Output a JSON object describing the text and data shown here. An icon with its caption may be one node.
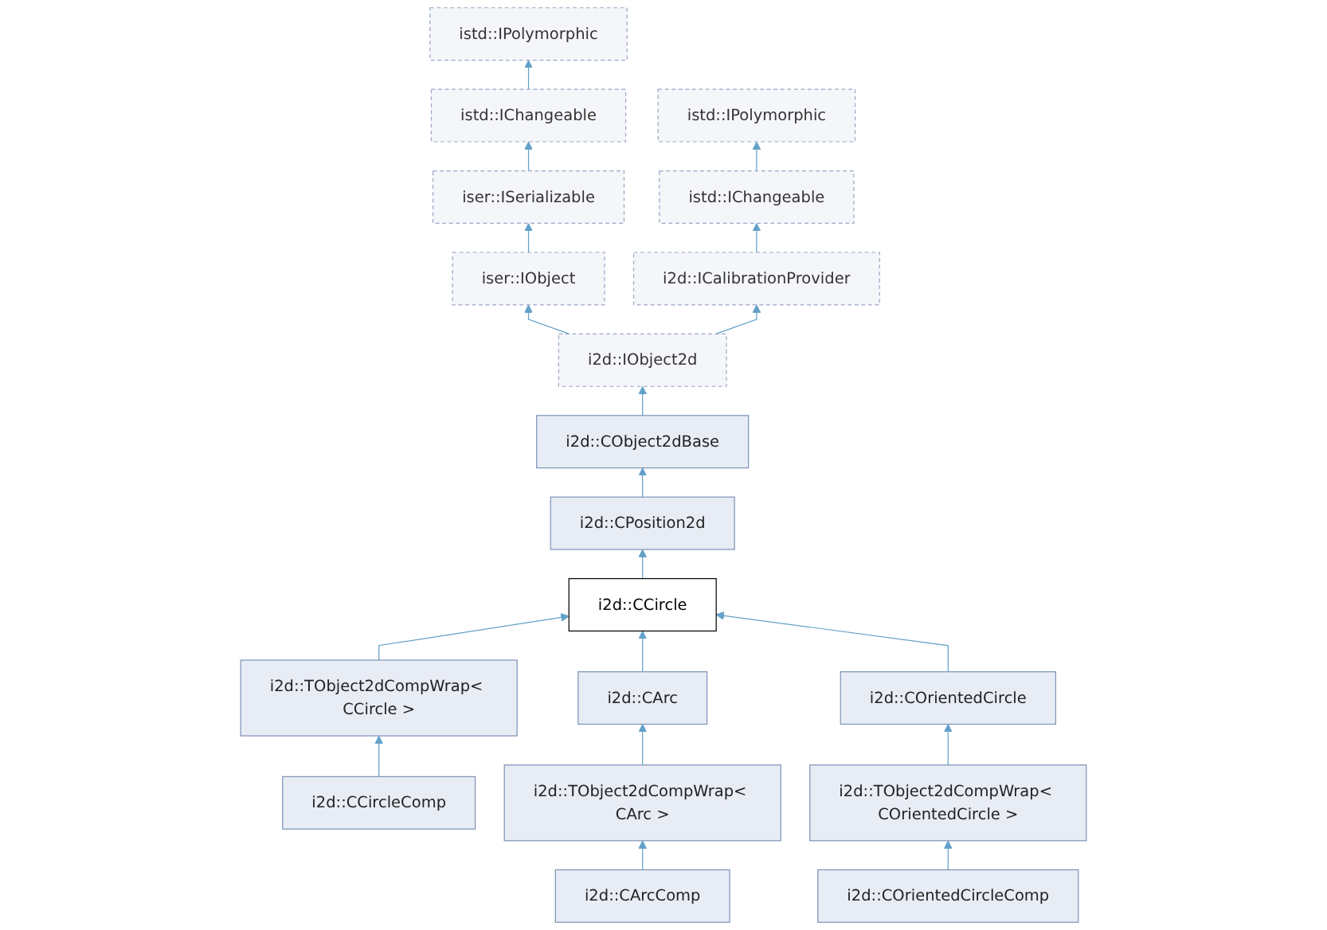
{
  "diagram": {
    "nodes": [
      {
        "text": [
          "istd::IPolymorphic"
        ]
      },
      {
        "text": [
          "istd::IChangeable"
        ]
      },
      {
        "text": [
          "istd::IPolymorphic"
        ]
      },
      {
        "text": [
          "iser::ISerializable"
        ]
      },
      {
        "text": [
          "istd::IChangeable"
        ]
      },
      {
        "text": [
          "iser::IObject"
        ]
      },
      {
        "text": [
          "i2d::ICalibrationProvider"
        ]
      },
      {
        "text": [
          "i2d::IObject2d"
        ]
      },
      {
        "text": [
          "i2d::CObject2dBase"
        ]
      },
      {
        "text": [
          "i2d::CPosition2d"
        ]
      },
      {
        "text": [
          "i2d::CCircle"
        ]
      },
      {
        "text": [
          "i2d::TObject2dCompWrap< CCircle >"
        ]
      },
      {
        "text": [
          "i2d::CArc"
        ]
      },
      {
        "text": [
          "i2d::COrientedCircle"
        ]
      },
      {
        "text": [
          "i2d::CCircleComp"
        ]
      },
      {
        "text": [
          "i2d::TObject2dCompWrap< CArc >"
        ]
      },
      {
        "text": [
          "i2d::TObject2dCompWrap< COrientedCircle >"
        ]
      },
      {
        "text": [
          "i2d::CArcComp"
        ]
      },
      {
        "text": [
          "i2d::COrientedCircleComp"
        ]
      }
    ],
    "edges": [
      {
        "from": 1,
        "to": 0,
        "arrow": "to"
      },
      {
        "from": 3,
        "to": 1,
        "arrow": "to"
      },
      {
        "from": 4,
        "to": 2,
        "arrow": "to"
      },
      {
        "from": 5,
        "to": 3,
        "arrow": "to"
      },
      {
        "from": 6,
        "to": 4,
        "arrow": "to"
      },
      {
        "from": 7,
        "to": 5,
        "arrow": "to"
      },
      {
        "from": 7,
        "to": 6,
        "arrow": "to"
      },
      {
        "from": 8,
        "to": 7,
        "arrow": "to"
      },
      {
        "from": 9,
        "to": 8,
        "arrow": "to"
      },
      {
        "from": 10,
        "to": 9,
        "arrow": "to"
      },
      {
        "from": 11,
        "to": 10,
        "arrow": "to"
      },
      {
        "from": 12,
        "to": 10,
        "arrow": "to"
      },
      {
        "from": 13,
        "to": 10,
        "arrow": "to"
      },
      {
        "from": 14,
        "to": 11,
        "arrow": "to"
      },
      {
        "from": 15,
        "to": 12,
        "arrow": "to"
      },
      {
        "from": 16,
        "to": 13,
        "arrow": "to"
      },
      {
        "from": 17,
        "to": 15,
        "arrow": "to"
      },
      {
        "from": 18,
        "to": 16,
        "arrow": "to"
      }
    ]
  }
}
